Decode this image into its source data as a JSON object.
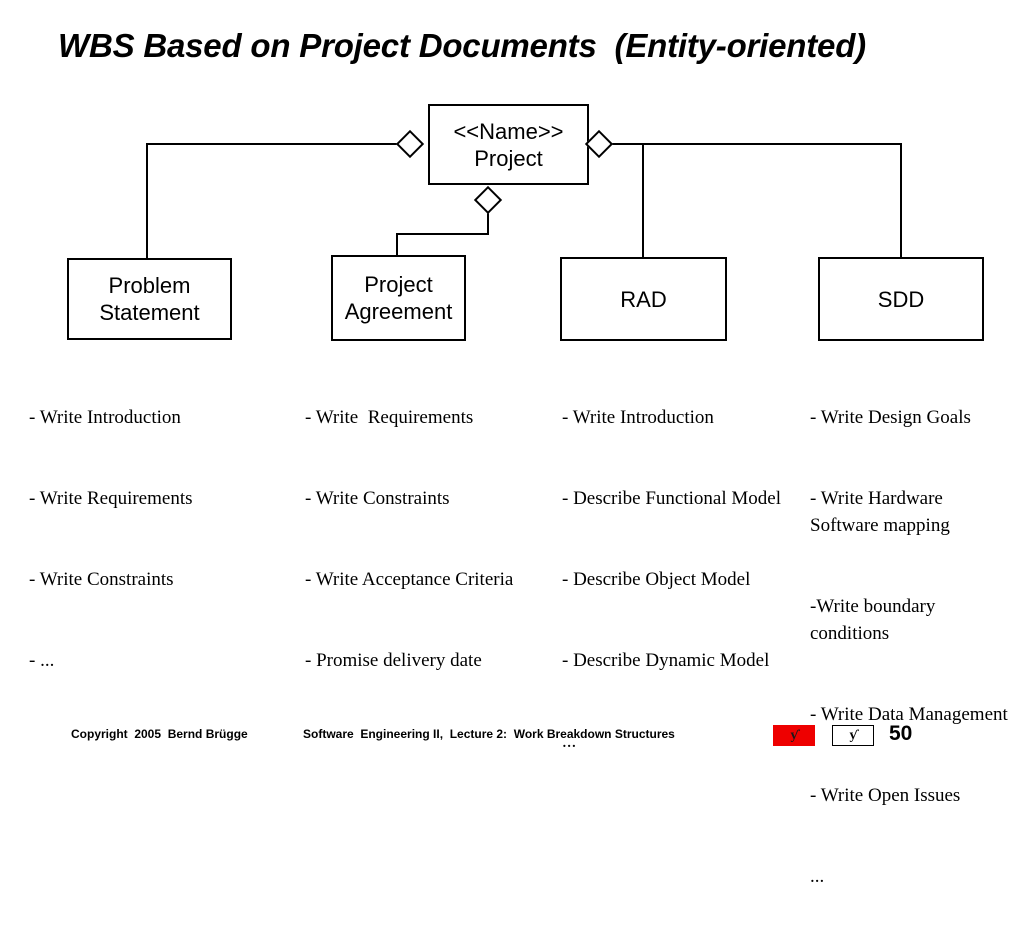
{
  "slide": {
    "title": "WBS Based on Project Documents  (Entity-oriented)",
    "page_number": "50"
  },
  "diagram": {
    "type": "uml-aggregation-tree",
    "root": {
      "label_line1": "<<Name>>",
      "label_line2": "Project"
    },
    "children": [
      {
        "id": "problem-statement",
        "label_line1": "Problem",
        "label_line2": "Statement",
        "tasks": [
          "- Write Introduction",
          "- Write Requirements",
          "- Write Constraints",
          "- ..."
        ]
      },
      {
        "id": "project-agreement",
        "label_line1": "Project",
        "label_line2": "Agreement",
        "tasks": [
          "- Write  Requirements",
          "- Write Constraints",
          "- Write Acceptance Criteria",
          "- Promise delivery date"
        ]
      },
      {
        "id": "rad",
        "label_line1": "RAD",
        "label_line2": "",
        "tasks": [
          "- Write Introduction",
          "- Describe Functional Model",
          "- Describe Object Model",
          "- Describe Dynamic Model",
          "..."
        ]
      },
      {
        "id": "sdd",
        "label_line1": "SDD",
        "label_line2": "",
        "tasks": [
          "- Write Design Goals",
          "- Write Hardware Software mapping",
          "-Write boundary conditions",
          "- Write Data Management",
          "- Write Open Issues",
          "..."
        ]
      }
    ]
  },
  "footer": {
    "copyright": "Copyright  2005  Bernd Brügge",
    "course": "Software  Engineering II,  Lecture 2:  Work Breakdown Structures",
    "logo_red_glyph": "ƴ",
    "logo_white_glyph": "ƴ"
  },
  "colors": {
    "background": "#ffffff",
    "stroke": "#000000",
    "logo_red": "#ee0000"
  }
}
